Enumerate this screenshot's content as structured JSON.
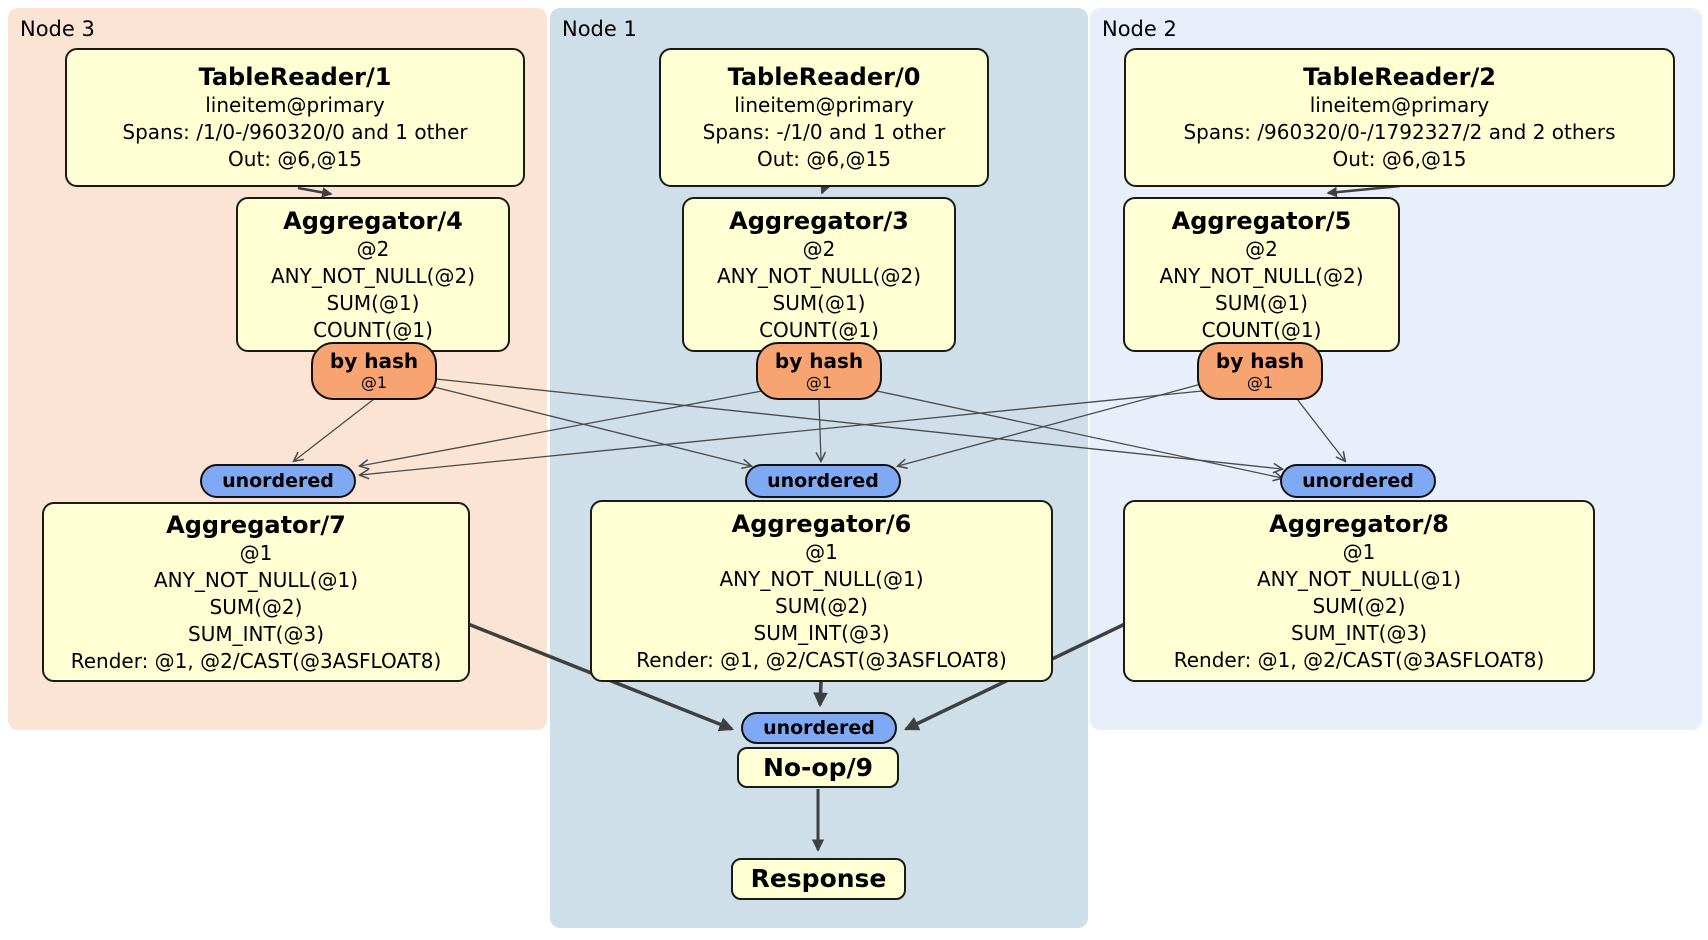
{
  "diagram": {
    "regions": {
      "node3": {
        "label": "Node 3"
      },
      "node1": {
        "label": "Node 1"
      },
      "node2": {
        "label": "Node 2"
      }
    },
    "processors": {
      "tr1": {
        "title": "TableReader/1",
        "lines": [
          "lineitem@primary",
          "Spans: /1/0-/960320/0 and 1 other",
          "Out: @6,@15"
        ]
      },
      "tr0": {
        "title": "TableReader/0",
        "lines": [
          "lineitem@primary",
          "Spans: -/1/0 and 1 other",
          "Out: @6,@15"
        ]
      },
      "tr2": {
        "title": "TableReader/2",
        "lines": [
          "lineitem@primary",
          "Spans: /960320/0-/1792327/2 and 2 others",
          "Out: @6,@15"
        ]
      },
      "agg4": {
        "title": "Aggregator/4",
        "lines": [
          "@2",
          "ANY_NOT_NULL(@2)",
          "SUM(@1)",
          "COUNT(@1)"
        ]
      },
      "agg3": {
        "title": "Aggregator/3",
        "lines": [
          "@2",
          "ANY_NOT_NULL(@2)",
          "SUM(@1)",
          "COUNT(@1)"
        ]
      },
      "agg5": {
        "title": "Aggregator/5",
        "lines": [
          "@2",
          "ANY_NOT_NULL(@2)",
          "SUM(@1)",
          "COUNT(@1)"
        ]
      },
      "agg7": {
        "title": "Aggregator/7",
        "lines": [
          "@1",
          "ANY_NOT_NULL(@1)",
          "SUM(@2)",
          "SUM_INT(@3)",
          "Render: @1, @2/CAST(@3ASFLOAT8)"
        ]
      },
      "agg6": {
        "title": "Aggregator/6",
        "lines": [
          "@1",
          "ANY_NOT_NULL(@1)",
          "SUM(@2)",
          "SUM_INT(@3)",
          "Render: @1, @2/CAST(@3ASFLOAT8)"
        ]
      },
      "agg8": {
        "title": "Aggregator/8",
        "lines": [
          "@1",
          "ANY_NOT_NULL(@1)",
          "SUM(@2)",
          "SUM_INT(@3)",
          "Render: @1, @2/CAST(@3ASFLOAT8)"
        ]
      },
      "noop": {
        "title": "No-op/9"
      },
      "response": {
        "title": "Response"
      }
    },
    "router": {
      "label": "by hash",
      "detail": "@1"
    },
    "sync": {
      "label": "unordered"
    },
    "colors": {
      "node3_bg": "#fce4d4",
      "node1_bg": "#cfdfe9",
      "node2_bg": "#e9eefb",
      "box_fill": "#ffffd4",
      "router_fill": "#f7a472",
      "sync_fill": "#7fa9f2"
    }
  }
}
